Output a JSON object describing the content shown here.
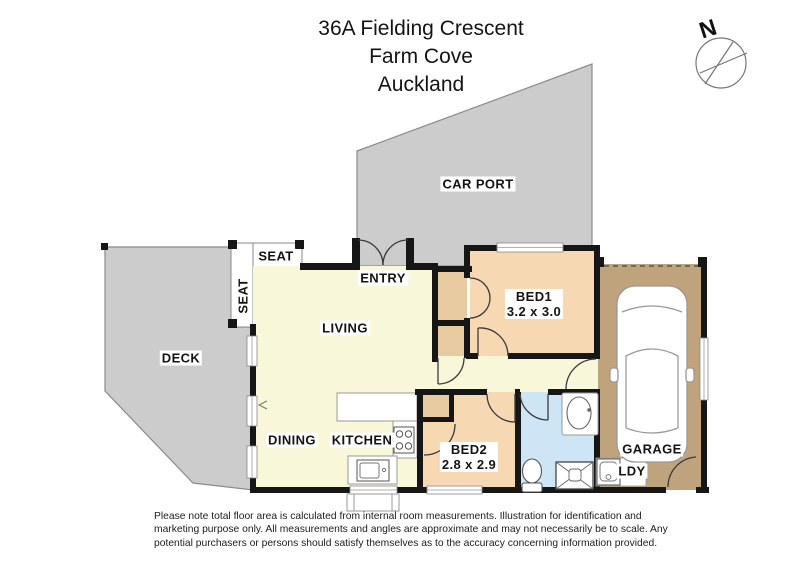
{
  "title": {
    "line1": "36A Fielding Crescent",
    "line2": "Farm Cove",
    "line3": "Auckland"
  },
  "compass": {
    "north_label": "N"
  },
  "rooms": {
    "carport": "CAR PORT",
    "deck": "DECK",
    "seat_top": "SEAT",
    "seat_side": "SEAT",
    "entry": "ENTRY",
    "living": "LIVING",
    "dining": "DINING",
    "kitchen": "KITCHEN",
    "bed1": {
      "name": "BED1",
      "dims": "3.2 x 3.0"
    },
    "bed2": {
      "name": "BED2",
      "dims": "2.8 x 2.9"
    },
    "garage": "GARAGE",
    "laundry": "LDY"
  },
  "disclaimer": {
    "line1": "Please note total floor area is calculated from internal room measurements.  Illustration for identification and",
    "line2": "marketing purpose only.  All measurements and angles are approximate and may not necessarily be to scale.  Any",
    "line3": "potential purchasers or persons should satisfy themselves as to the accuracy concerning information provided."
  },
  "colors": {
    "area_gray": "#cccccc",
    "area_stroke": "#8a8a8a",
    "floor_cream": "#f9f7d9",
    "floor_peach": "#f6d8b3",
    "floor_tan": "#e9cba2",
    "floor_blue": "#cde5f4",
    "floor_brown": "#bfa37c",
    "wall": "#161616",
    "fixture_stroke": "#555555",
    "door_stroke": "#3a3a3a"
  }
}
